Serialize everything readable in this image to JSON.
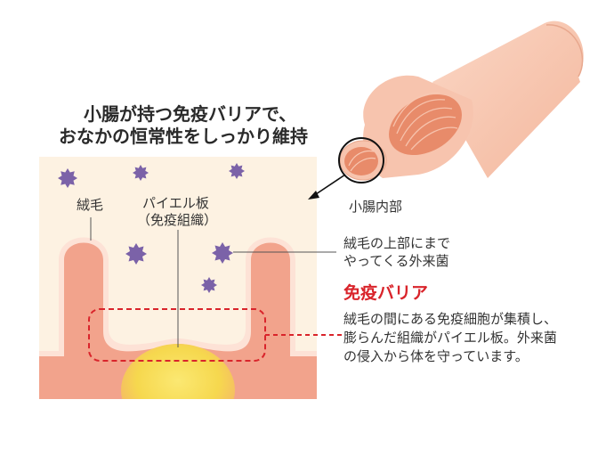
{
  "title_line1": "小腸が持つ免疫バリアで、",
  "title_line2": "おなかの恒常性をしっかり維持",
  "labels": {
    "villi": "絨毛",
    "peyer_line1": "パイエル板",
    "peyer_line2": "（免疫組織）",
    "intestine_inside": "小腸内部",
    "bacteria_line1": "絨毛の上部にまで",
    "bacteria_line2": "やってくる外来菌"
  },
  "barrier": {
    "heading": "免疫バリア",
    "desc_line1": "絨毛の間にある免疫細胞が集積し、",
    "desc_line2": "膨らんだ組織がパイエル板。外来菌",
    "desc_line3": "の侵入から体を守っています。"
  },
  "colors": {
    "accent_red": "#d9242b",
    "tissue": "#f2a38c",
    "tissue_edge": "#fde2d6",
    "lumen": "#fdf2e2",
    "bacteria": "#7b62a8",
    "peyer": "#f6e15a",
    "tube_outer": "#f7c4ae",
    "tube_inner": "#e88b6a"
  },
  "icons": {
    "bacteria": "spiky-germ-icon",
    "arrow": "arrow-icon"
  }
}
